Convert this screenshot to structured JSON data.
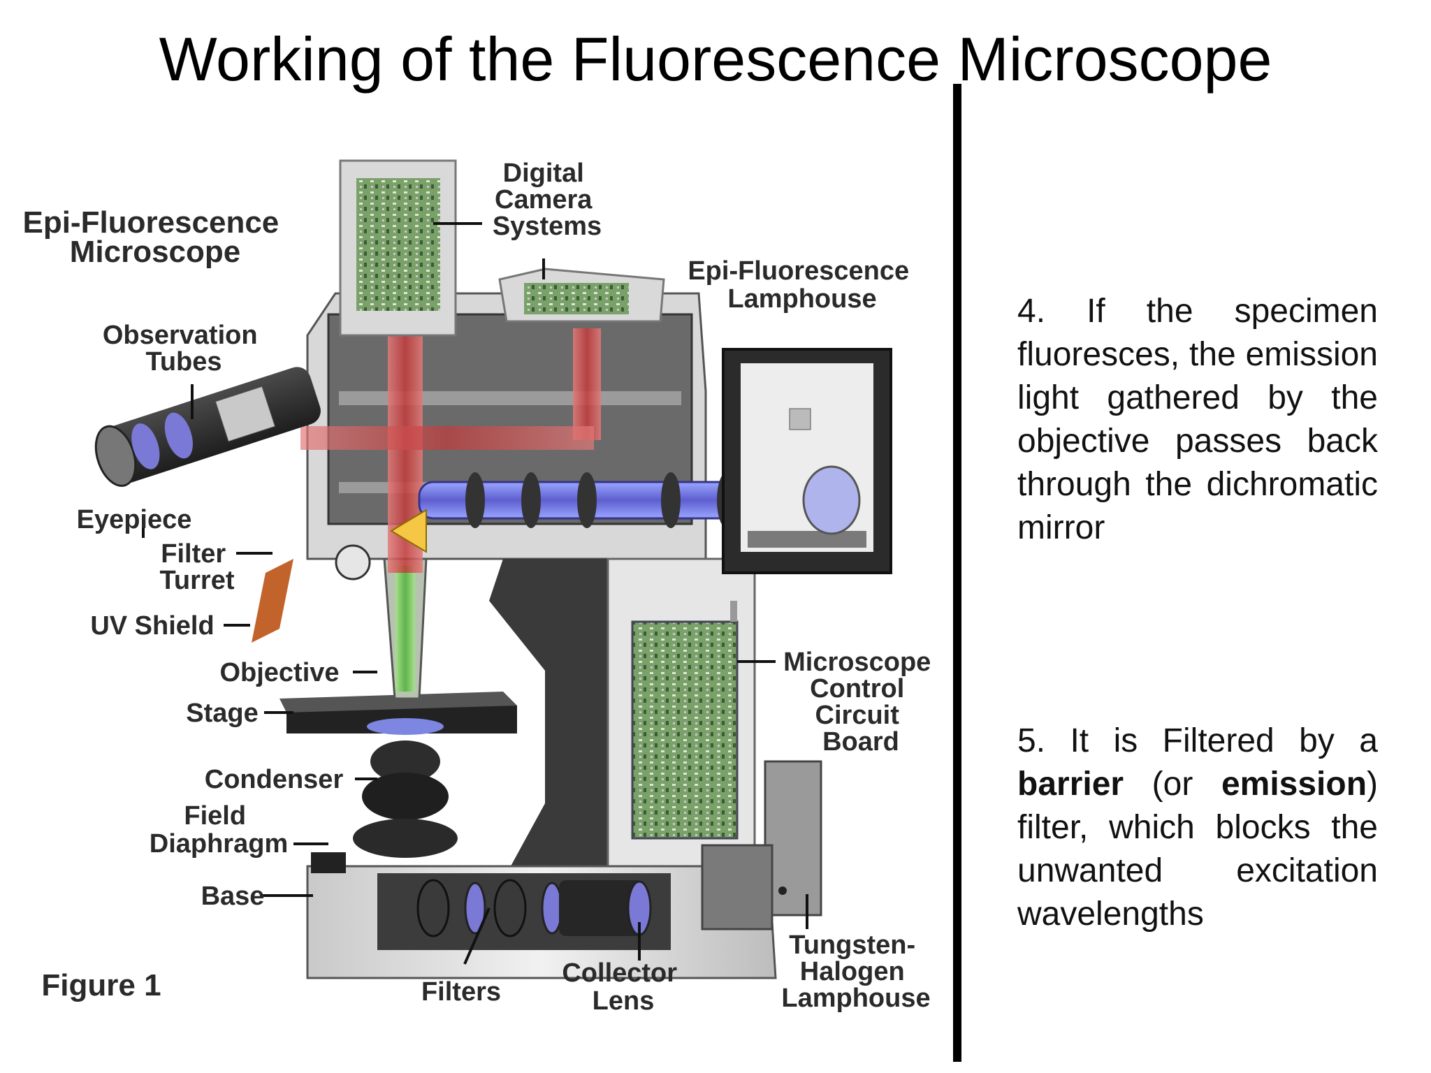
{
  "title": "Working of the Fluorescence Microscope",
  "diagram": {
    "heading": [
      "Epi-Fluorescence",
      "Microscope"
    ],
    "caption": "Figure 1",
    "labels": {
      "digital_camera": [
        "Digital",
        "Camera",
        "Systems"
      ],
      "epi_lamphouse": [
        "Epi-Fluorescence",
        "Lamphouse"
      ],
      "observation_tubes": [
        "Observation",
        "Tubes"
      ],
      "eyepiece": "Eyepiece",
      "filter_turret": [
        "Filter",
        "Turret"
      ],
      "uv_shield": "UV Shield",
      "objective": "Objective",
      "stage": "Stage",
      "condenser": "Condenser",
      "field_diaphragm": [
        "Field",
        "Diaphragm"
      ],
      "base": "Base",
      "filters": "Filters",
      "collector_lens": [
        "Collector",
        "Lens"
      ],
      "control_board": [
        "Microscope",
        "Control",
        "Circuit",
        "Board"
      ],
      "tungsten_lamphouse": [
        "Tungsten-",
        "Halogen",
        "Lamphouse"
      ]
    }
  },
  "notes": {
    "step4": "4. If the specimen fluoresces, the emission light gathered by the objective passes back through the dichromatic mirror",
    "step5": {
      "prefix": "5. It is Filtered by a ",
      "bold1": "barrier",
      "mid1": " (or ",
      "bold2": "emission",
      "suffix": ") filter, which blocks the unwanted excitation wavelengths"
    }
  }
}
